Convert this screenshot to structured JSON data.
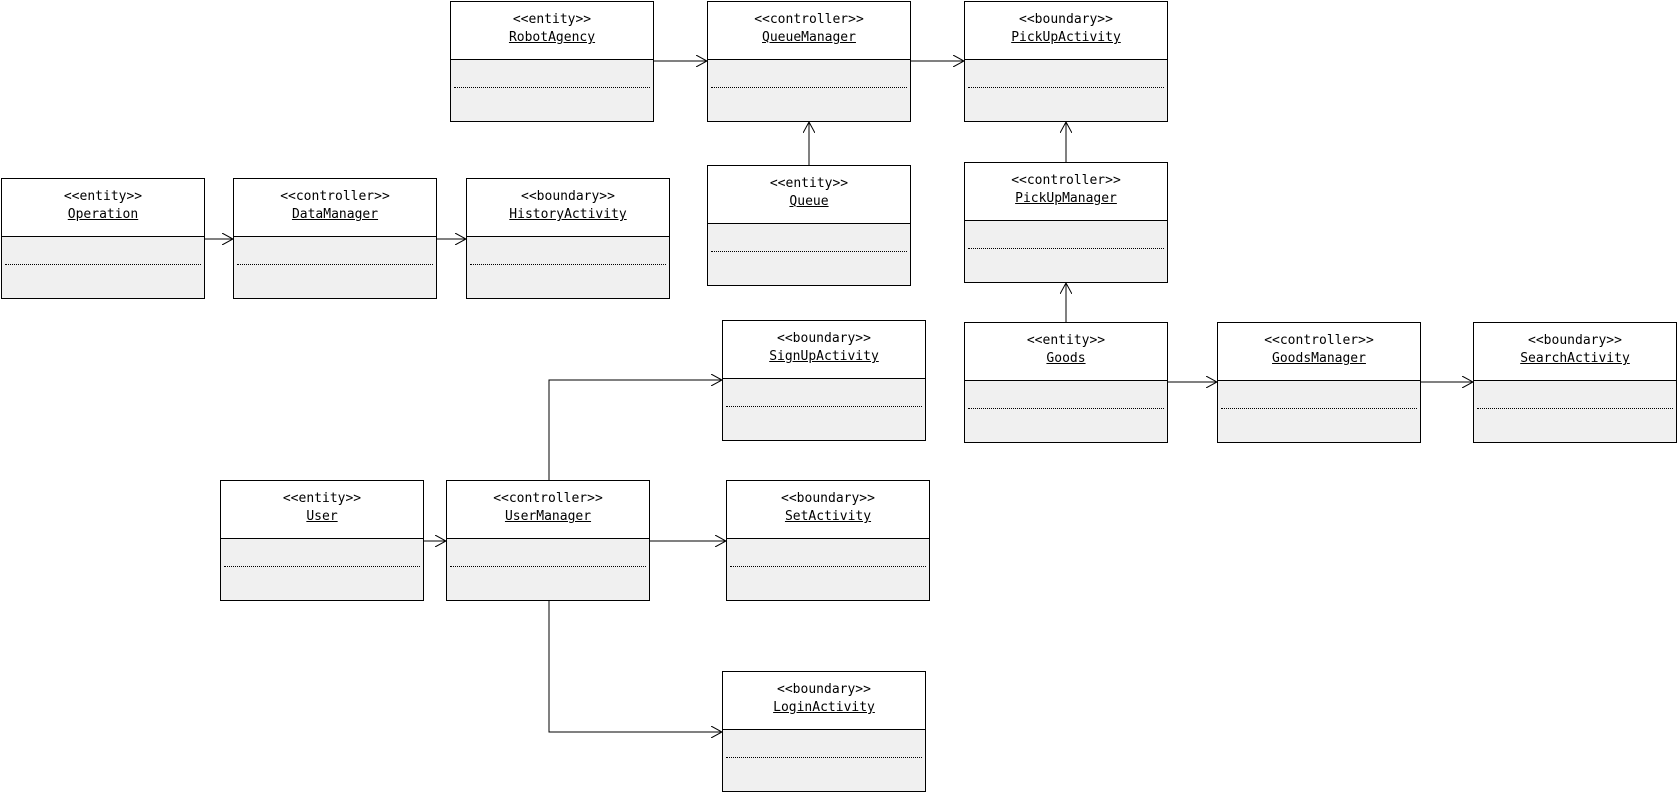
{
  "classes": {
    "robotagency": {
      "stereotype": "<<entity>>",
      "name": "RobotAgency"
    },
    "queuemanager": {
      "stereotype": "<<controller>>",
      "name": "QueueManager"
    },
    "pickupactivity": {
      "stereotype": "<<boundary>>",
      "name": "PickUpActivity"
    },
    "operation": {
      "stereotype": "<<entity>>",
      "name": "Operation"
    },
    "datamanager": {
      "stereotype": "<<controller>>",
      "name": "DataManager"
    },
    "historyactivity": {
      "stereotype": "<<boundary>>",
      "name": "HistoryActivity"
    },
    "queue": {
      "stereotype": "<<entity>>",
      "name": "Queue"
    },
    "pickupmanager": {
      "stereotype": "<<controller>>",
      "name": "PickUpManager"
    },
    "signupactivity": {
      "stereotype": "<<boundary>>",
      "name": "SignUpActivity"
    },
    "goods": {
      "stereotype": "<<entity>>",
      "name": "Goods"
    },
    "goodsmanager": {
      "stereotype": "<<controller>>",
      "name": "GoodsManager"
    },
    "searchactivity": {
      "stereotype": "<<boundary>>",
      "name": "SearchActivity"
    },
    "user": {
      "stereotype": "<<entity>>",
      "name": "User"
    },
    "usermanager": {
      "stereotype": "<<controller>>",
      "name": "UserManager"
    },
    "setactivity": {
      "stereotype": "<<boundary>>",
      "name": "SetActivity"
    },
    "loginactivity": {
      "stereotype": "<<boundary>>",
      "name": "LoginActivity"
    }
  },
  "relations": [
    {
      "from": "RobotAgency",
      "to": "QueueManager"
    },
    {
      "from": "QueueManager",
      "to": "PickUpActivity"
    },
    {
      "from": "Queue",
      "to": "QueueManager"
    },
    {
      "from": "PickUpManager",
      "to": "PickUpActivity"
    },
    {
      "from": "Goods",
      "to": "PickUpManager"
    },
    {
      "from": "Operation",
      "to": "DataManager"
    },
    {
      "from": "DataManager",
      "to": "HistoryActivity"
    },
    {
      "from": "Goods",
      "to": "GoodsManager"
    },
    {
      "from": "GoodsManager",
      "to": "SearchActivity"
    },
    {
      "from": "User",
      "to": "UserManager"
    },
    {
      "from": "UserManager",
      "to": "SignUpActivity"
    },
    {
      "from": "UserManager",
      "to": "SetActivity"
    },
    {
      "from": "UserManager",
      "to": "LoginActivity"
    }
  ],
  "colors": {
    "line": "#000000",
    "compartment": "#f0f0f0",
    "header": "#ffffff"
  }
}
